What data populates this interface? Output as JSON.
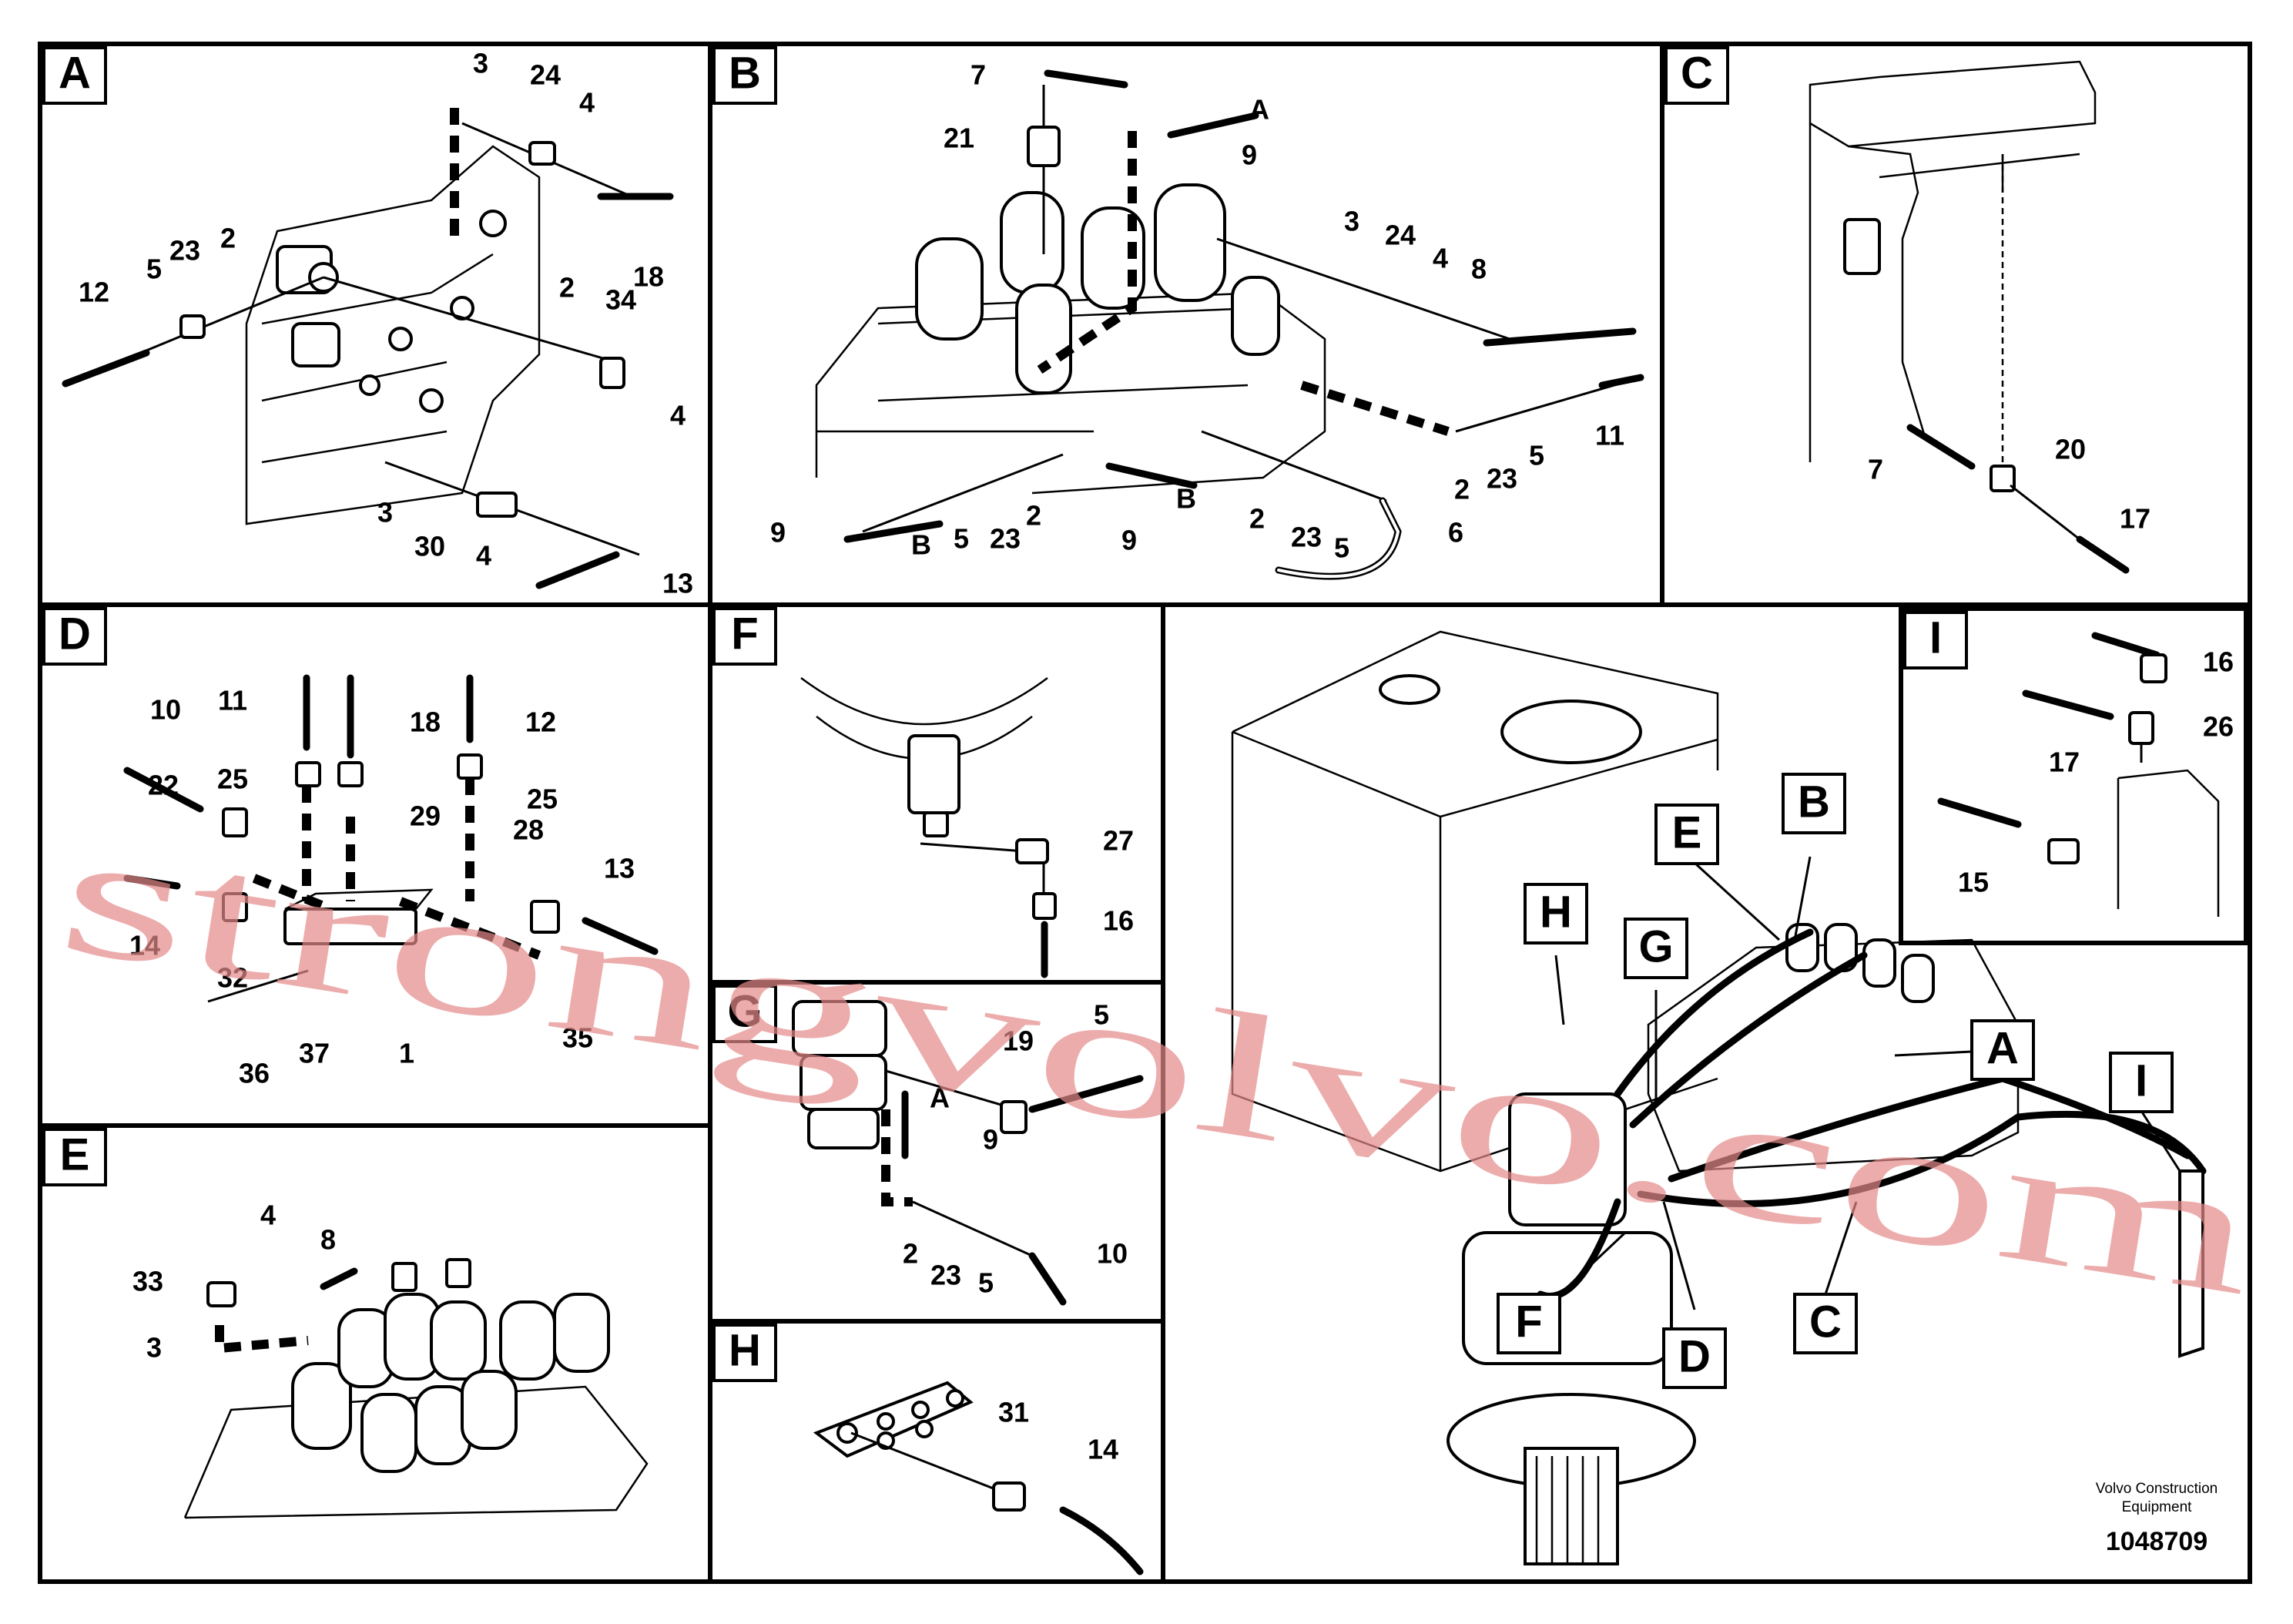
{
  "panels": {
    "A": {
      "letter": "A",
      "labels": [
        "3",
        "24",
        "4",
        "2",
        "23",
        "5",
        "12",
        "18",
        "2",
        "34",
        "4",
        "3",
        "30",
        "4",
        "13"
      ]
    },
    "B": {
      "letter": "B",
      "labels": [
        "7",
        "21",
        "A",
        "9",
        "3",
        "24",
        "4",
        "8",
        "11",
        "2",
        "23",
        "5",
        "9",
        "B",
        "5",
        "23",
        "2",
        "9",
        "B",
        "2",
        "23",
        "5",
        "6"
      ]
    },
    "C": {
      "letter": "C",
      "labels": [
        "7",
        "20",
        "17"
      ]
    },
    "D": {
      "letter": "D",
      "labels": [
        "10",
        "11",
        "18",
        "12",
        "25",
        "22",
        "29",
        "25",
        "28",
        "13",
        "14",
        "32",
        "36",
        "37",
        "1",
        "35"
      ]
    },
    "E": {
      "letter": "E",
      "labels": [
        "4",
        "8",
        "33",
        "3"
      ]
    },
    "F": {
      "letter": "F",
      "labels": [
        "27",
        "16"
      ]
    },
    "G": {
      "letter": "G",
      "labels": [
        "5",
        "19",
        "A",
        "9",
        "2",
        "23",
        "5",
        "10"
      ]
    },
    "H": {
      "letter": "H",
      "labels": [
        "31",
        "14"
      ]
    },
    "I": {
      "letter": "I",
      "labels": [
        "16",
        "26",
        "17",
        "15"
      ]
    }
  },
  "overview": {
    "callouts": [
      "B",
      "E",
      "H",
      "G",
      "A",
      "I",
      "F",
      "D",
      "C"
    ]
  },
  "watermark": "strongvolvo.com",
  "credit": {
    "line1": "Volvo Construction",
    "line2": "Equipment"
  },
  "doc_number": "1048709"
}
